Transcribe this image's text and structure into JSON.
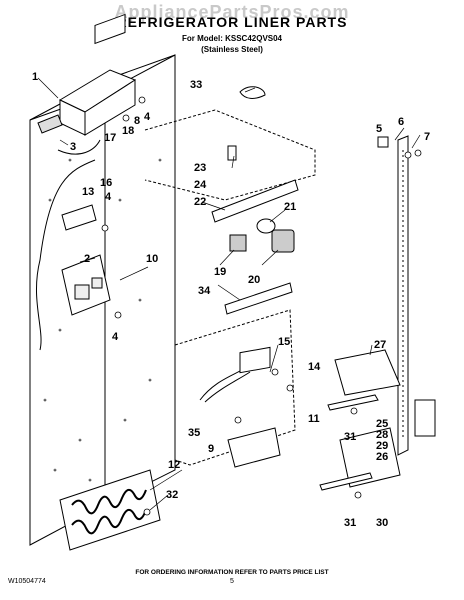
{
  "watermark": "AppliancePartsPros.com",
  "title": "REFRIGERATOR LINER PARTS",
  "model_line": "For Model: KSSC42QVS04",
  "finish_line": "(Stainless Steel)",
  "footer_info": "FOR ORDERING INFORMATION REFER TO PARTS PRICE LIST",
  "doc_number": "W10504774",
  "page_number": "5",
  "callouts": [
    "1",
    "2",
    "3",
    "4",
    "4",
    "4",
    "5",
    "6",
    "7",
    "8",
    "9",
    "10",
    "11",
    "12",
    "13",
    "14",
    "15",
    "16",
    "17",
    "18",
    "19",
    "20",
    "21",
    "22",
    "23",
    "24",
    "25",
    "26",
    "27",
    "28",
    "29",
    "30",
    "31",
    "31",
    "32",
    "33",
    "34",
    "35"
  ]
}
